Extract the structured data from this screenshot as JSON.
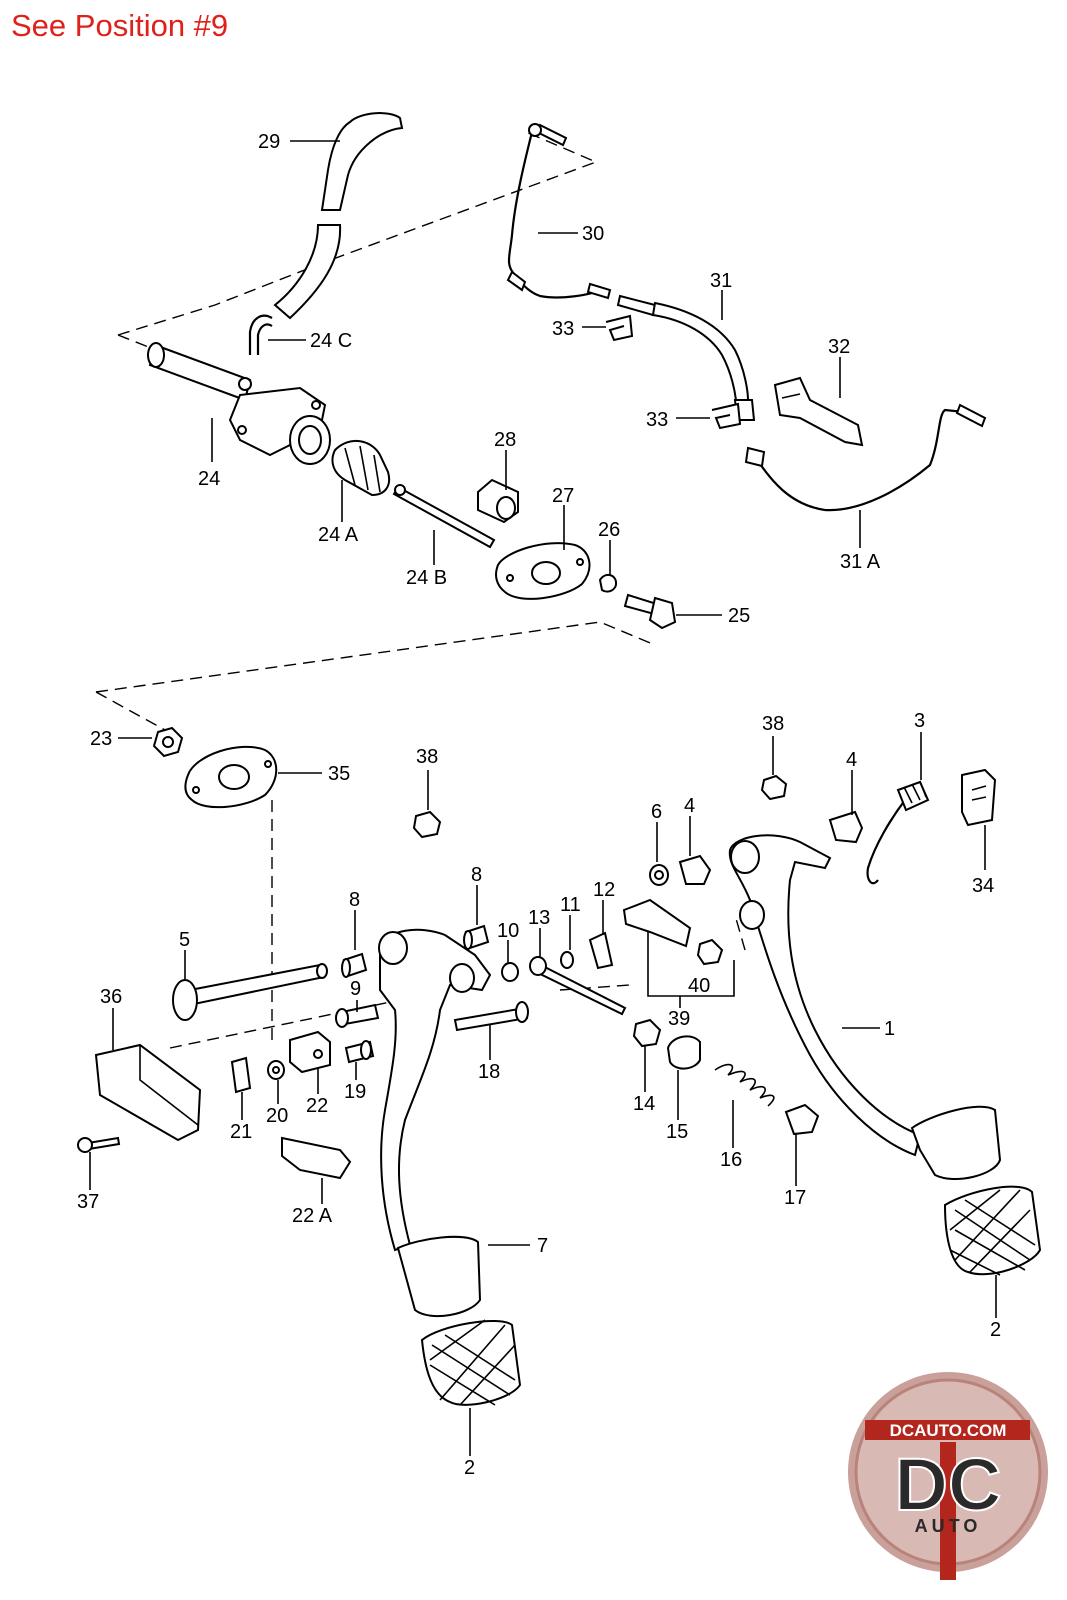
{
  "header": {
    "note": "See Position #9"
  },
  "callouts": [
    {
      "id": "c29",
      "text": "29"
    },
    {
      "id": "c30",
      "text": "30"
    },
    {
      "id": "c31",
      "text": "31"
    },
    {
      "id": "c24c",
      "text": "24 C"
    },
    {
      "id": "c33a",
      "text": "33"
    },
    {
      "id": "c32",
      "text": "32"
    },
    {
      "id": "c33b",
      "text": "33"
    },
    {
      "id": "c24",
      "text": "24"
    },
    {
      "id": "c28",
      "text": "28"
    },
    {
      "id": "c27",
      "text": "27"
    },
    {
      "id": "c26",
      "text": "26"
    },
    {
      "id": "c24a",
      "text": "24 A"
    },
    {
      "id": "c24b",
      "text": "24 B"
    },
    {
      "id": "c31a",
      "text": "31 A"
    },
    {
      "id": "c25",
      "text": "25"
    },
    {
      "id": "c23",
      "text": "23"
    },
    {
      "id": "c35",
      "text": "35"
    },
    {
      "id": "c38a",
      "text": "38"
    },
    {
      "id": "c38b",
      "text": "38"
    },
    {
      "id": "c3",
      "text": "3"
    },
    {
      "id": "c4a",
      "text": "4"
    },
    {
      "id": "c6",
      "text": "6"
    },
    {
      "id": "c4b",
      "text": "4"
    },
    {
      "id": "c34",
      "text": "34"
    },
    {
      "id": "c8a",
      "text": "8"
    },
    {
      "id": "c8b",
      "text": "8"
    },
    {
      "id": "c5",
      "text": "5"
    },
    {
      "id": "c11",
      "text": "11"
    },
    {
      "id": "c12",
      "text": "12"
    },
    {
      "id": "c13",
      "text": "13"
    },
    {
      "id": "c10",
      "text": "10"
    },
    {
      "id": "c36",
      "text": "36"
    },
    {
      "id": "c9",
      "text": "9"
    },
    {
      "id": "c40",
      "text": "40"
    },
    {
      "id": "c39",
      "text": "39"
    },
    {
      "id": "c1",
      "text": "1"
    },
    {
      "id": "c18",
      "text": "18"
    },
    {
      "id": "c19",
      "text": "19"
    },
    {
      "id": "c14",
      "text": "14"
    },
    {
      "id": "c15",
      "text": "15"
    },
    {
      "id": "c16",
      "text": "16"
    },
    {
      "id": "c21",
      "text": "21"
    },
    {
      "id": "c20",
      "text": "20"
    },
    {
      "id": "c22",
      "text": "22"
    },
    {
      "id": "c17",
      "text": "17"
    },
    {
      "id": "c37",
      "text": "37"
    },
    {
      "id": "c22a",
      "text": "22 A"
    },
    {
      "id": "c7",
      "text": "7"
    },
    {
      "id": "c2a",
      "text": "2"
    },
    {
      "id": "c2b",
      "text": "2"
    }
  ],
  "logo": {
    "top_text": "DCAUTO.COM",
    "letters": "DC",
    "bottom_text": "AUTO"
  },
  "colors": {
    "header": "#e0201b",
    "logo_red": "#b3261e",
    "logo_dark": "#2a2a2a"
  }
}
